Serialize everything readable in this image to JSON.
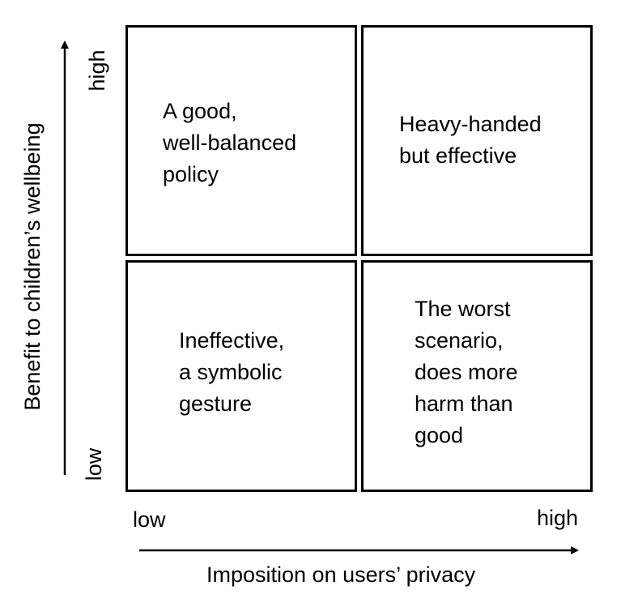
{
  "quadrants": {
    "top_left": "A good,\nwell-balanced\npolicy",
    "top_right": "Heavy-handed\nbut effective",
    "bottom_left": "Ineffective,\na symbolic\ngesture",
    "bottom_right": "The worst\nscenario,\ndoes more\nharm than\ngood"
  },
  "y_axis": {
    "title": "Benefit to children’s wellbeing",
    "low_label": "low",
    "high_label": "high"
  },
  "x_axis": {
    "title": "Imposition on users’ privacy",
    "low_label": "low",
    "high_label": "high"
  }
}
